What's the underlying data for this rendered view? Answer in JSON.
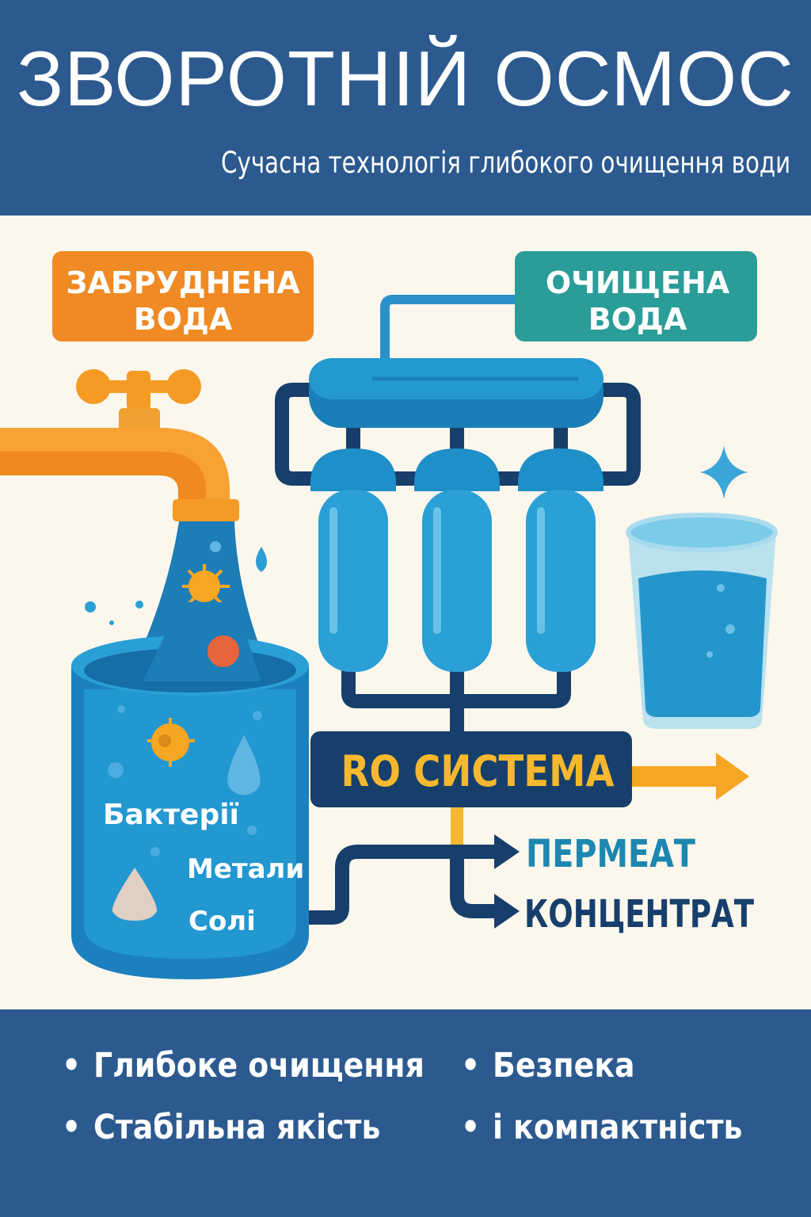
{
  "header": {
    "title": "ЗВОРОТНІЙ ОСМОС",
    "subtitle": "Сучасна технологія глибокого очищення води"
  },
  "diagram": {
    "dirty_water_line1": "ЗАБРУДНЕНА",
    "dirty_water_line2": "ВОДА",
    "clean_water_line1": "ОЧИЩЕНА",
    "clean_water_line2": "ВОДА",
    "system_label": "RO СИСТЕМА",
    "contaminants": [
      "Бактерії",
      "Метали",
      "Солі"
    ],
    "outputs": [
      "ПЕРМЕАТ",
      "КОНЦЕНТРАТ"
    ]
  },
  "features": [
    "Глибоке очищення",
    "Безпека",
    "Стабільна якість",
    "і компактність"
  ],
  "colors": {
    "header_bg": "#2c5a8f",
    "background": "#fcf7ec",
    "orange": "#f08a24",
    "teal": "#2a9d99",
    "navy": "#173f6b",
    "yellow": "#f5b82e",
    "blue": "#1e8fc8"
  }
}
